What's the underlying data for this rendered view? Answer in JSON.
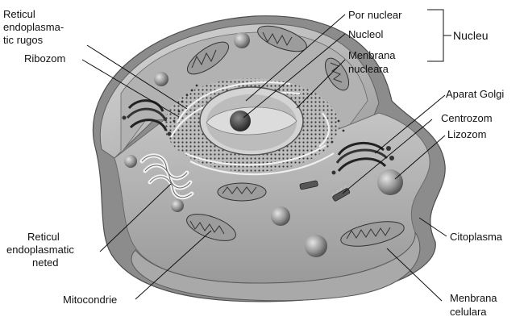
{
  "labels": {
    "reticul_rugos": [
      "Reticul",
      "endoplasma-",
      "tic rugos"
    ],
    "ribozom": "Ribozom",
    "por_nuclear": "Por nuclear",
    "nucleol": "Nucleol",
    "membrana_nucleara": [
      "Menbrana",
      "nucleara"
    ],
    "nucleu": "Nucleu",
    "aparat_golgi": "Aparat Golgi",
    "centrozom": "Centrozom",
    "lizozom": "Lizozom",
    "reticul_neted": [
      "Reticul",
      "endoplasmatic",
      "neted"
    ],
    "mitocondrie": "Mitocondrie",
    "citoplasma": "Citoplasma",
    "membrana_celulara": [
      "Menbrana",
      "celulara"
    ]
  }
}
